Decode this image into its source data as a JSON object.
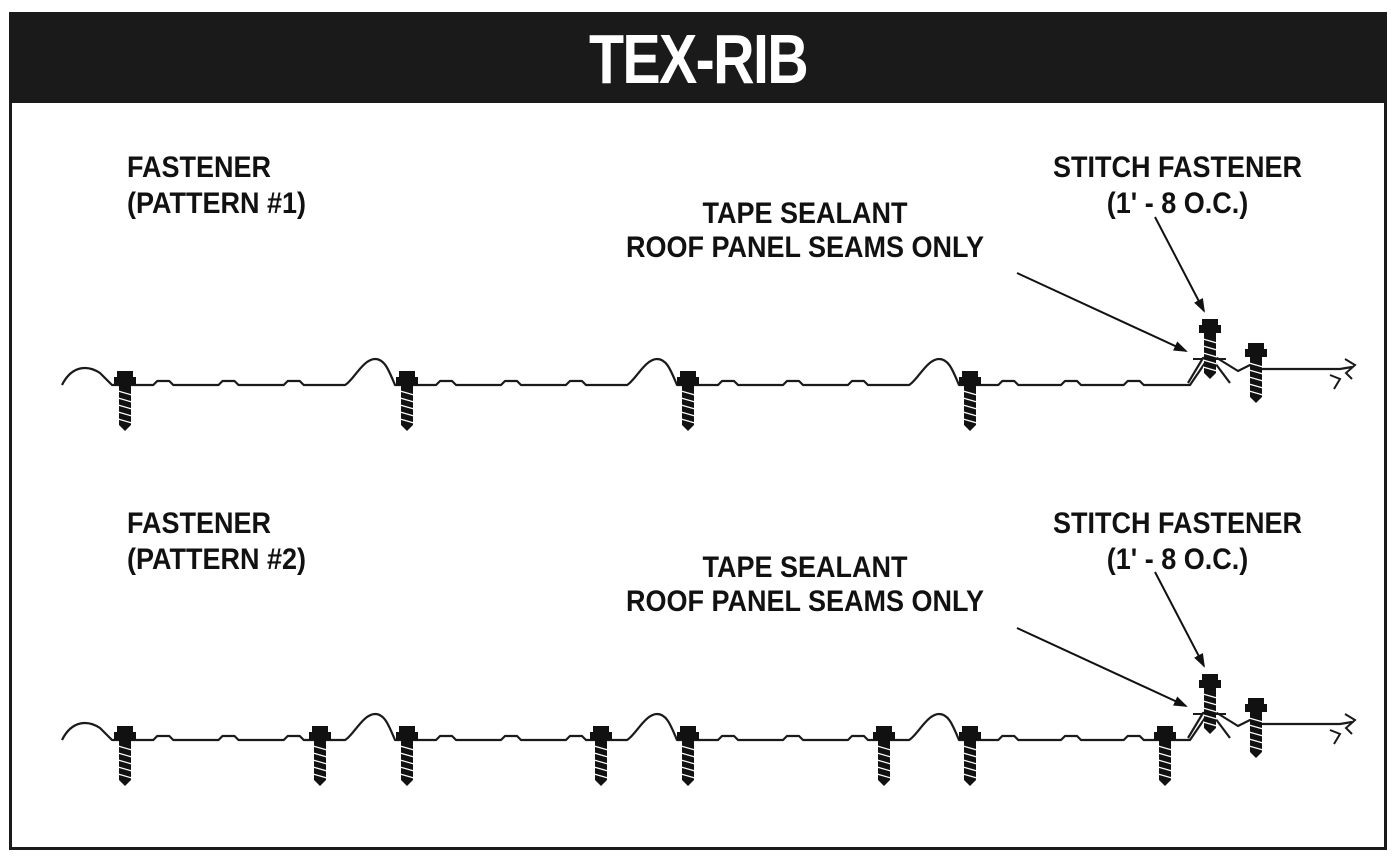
{
  "title": "TEX-RIB",
  "patterns": [
    {
      "fastener_label_line1": "FASTENER",
      "fastener_label_line2": "(PATTERN #1)",
      "sealant_line1": "TAPE SEALANT",
      "sealant_line2": "ROOF PANEL SEAMS ONLY",
      "stitch_line1": "STITCH FASTENER",
      "stitch_line2": "(1' - 8 O.C.)",
      "fasteners_per_span": 1
    },
    {
      "fastener_label_line1": "FASTENER",
      "fastener_label_line2": "(PATTERN #2)",
      "sealant_line1": "TAPE SEALANT",
      "sealant_line2": "ROOF PANEL SEAMS ONLY",
      "stitch_line1": "STITCH FASTENER",
      "stitch_line2": "(1' - 8 O.C.)",
      "fasteners_per_span": 2
    }
  ]
}
